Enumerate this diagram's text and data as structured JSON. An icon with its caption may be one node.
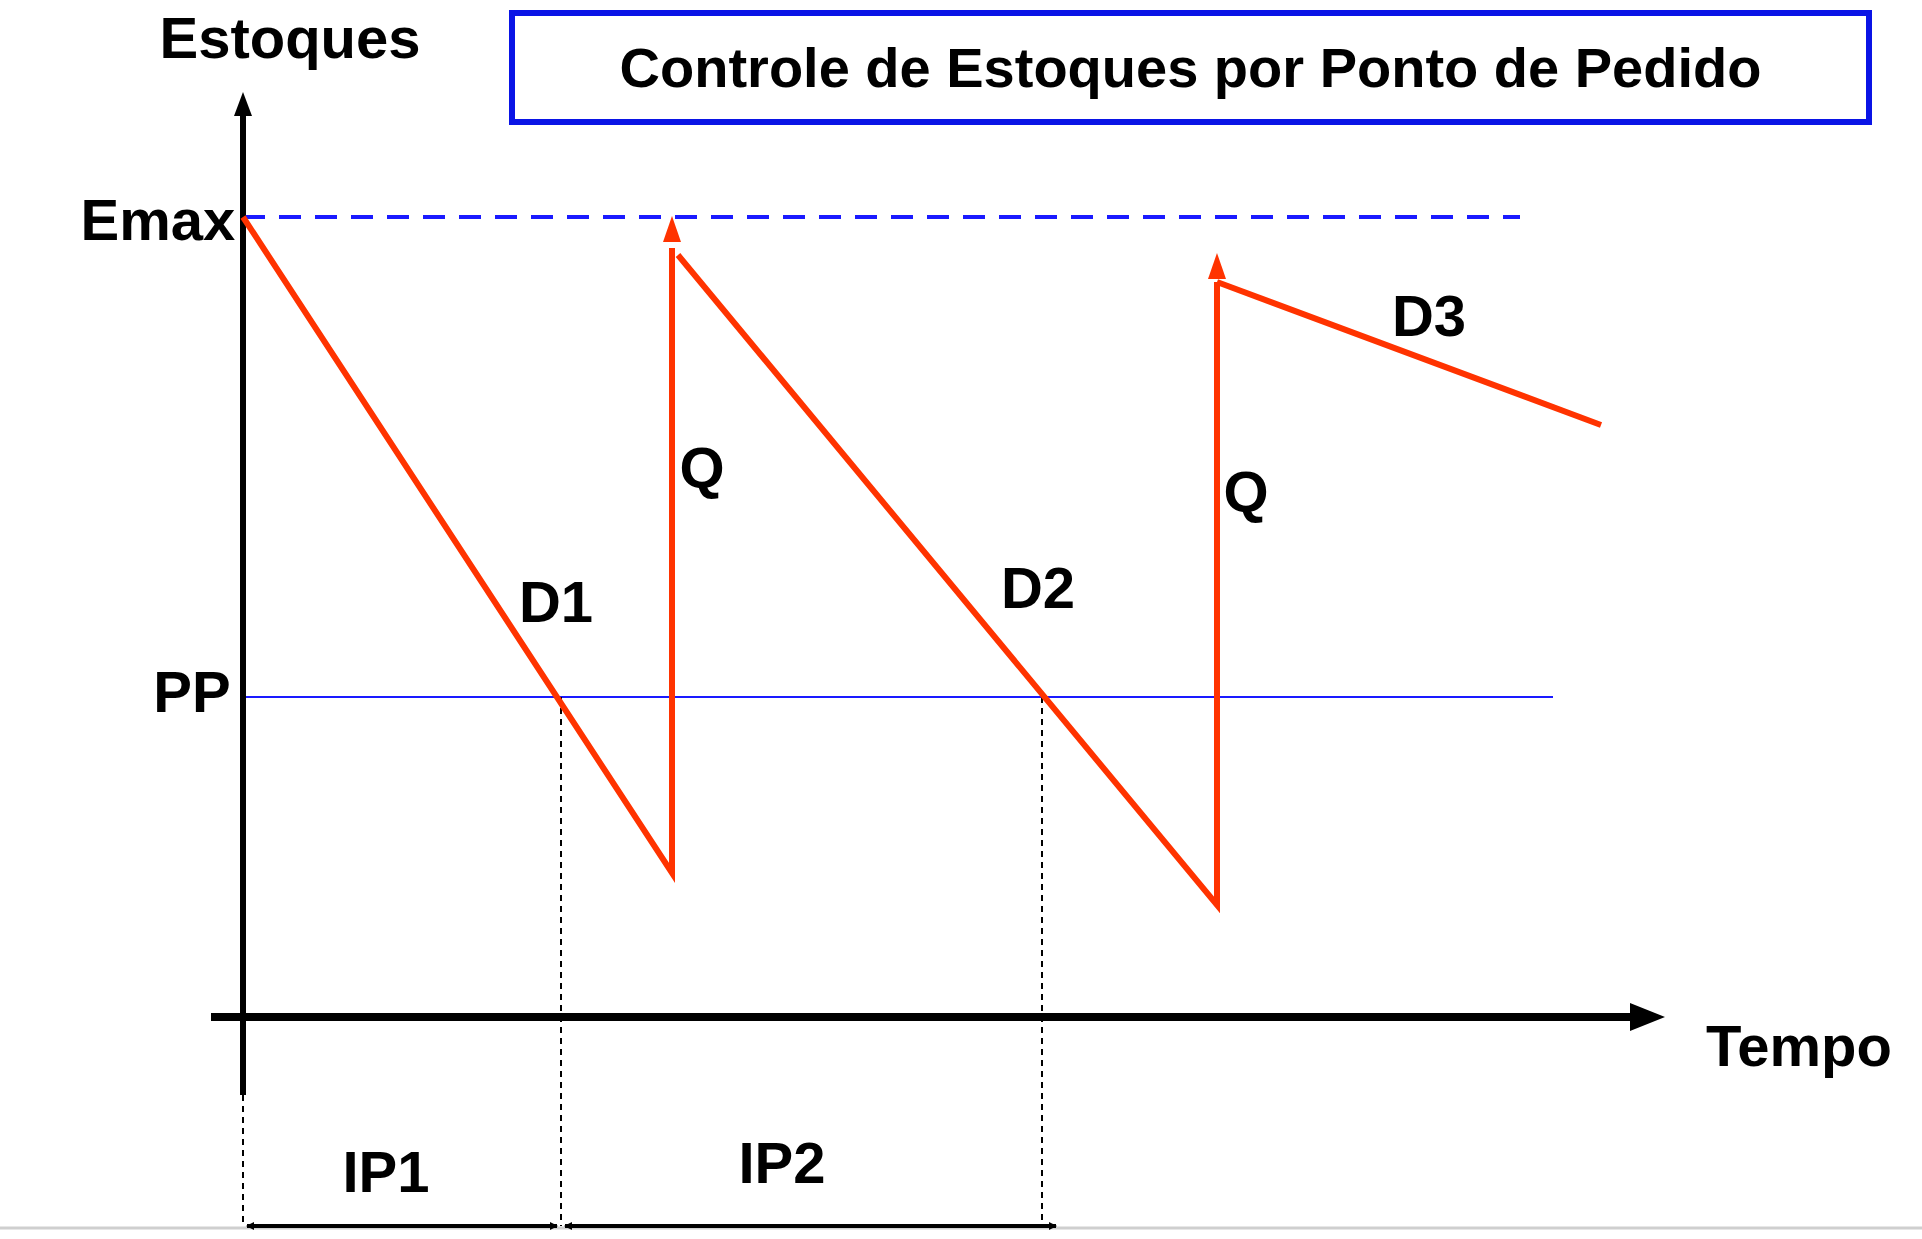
{
  "diagram": {
    "nodes": [
      {
        "text": [
          "Controle de Estoques por Ponto de Pedido"
        ]
      }
    ],
    "labels": [
      "Estoques",
      "Emax",
      "PP",
      "Q",
      "D1",
      "D2",
      "Q",
      "D3",
      "Tempo",
      "IP1",
      "IP2"
    ]
  }
}
